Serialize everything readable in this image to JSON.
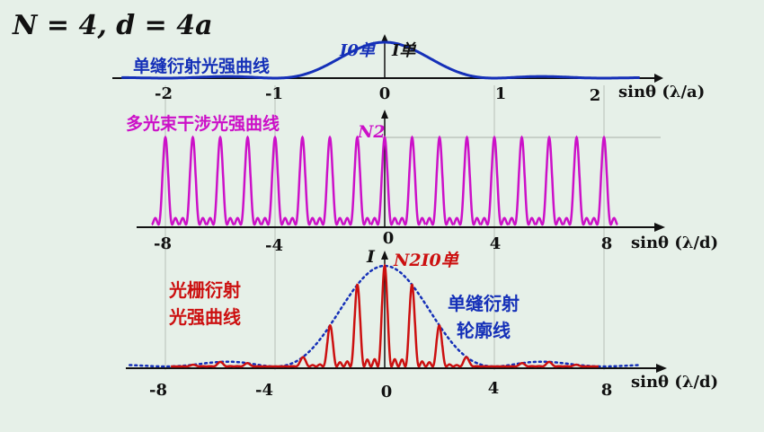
{
  "header": {
    "formula": "N = 4,  d = 4a"
  },
  "colors": {
    "background": "#e6f0e8",
    "single_slit": "#1530b8",
    "multi_beam": "#cc10c8",
    "grating": "#cc1010",
    "axis": "#111111",
    "grid": "#b8c0b8"
  },
  "panel1": {
    "label": "单缝衍射光强曲线",
    "peak_label": "I0单",
    "axis_label": "I单",
    "x_label": "sinθ  (λ/a)",
    "ticks": [
      "-2",
      "-1",
      "0",
      "1",
      "2"
    ]
  },
  "panel2": {
    "label": "多光束干涉光强曲线",
    "peak_label": "N2",
    "x_label": "sinθ  (λ/d)",
    "ticks": [
      "-8",
      "-4",
      "0",
      "4",
      "8"
    ]
  },
  "panel3": {
    "label_line1": "光栅衍射",
    "label_line2": "光强曲线",
    "envelope_label_line1": "单缝衍射",
    "envelope_label_line2": "轮廓线",
    "axis_label": "I",
    "peak_label": "N2I0单",
    "x_label": "sinθ  (λ/d)",
    "ticks": [
      "-8",
      "-4",
      "0",
      "4",
      "8"
    ]
  },
  "chart_data": {
    "type": "line",
    "params": {
      "N": 4,
      "d_over_a": 4
    },
    "ticks_units": "λ/d"
  }
}
